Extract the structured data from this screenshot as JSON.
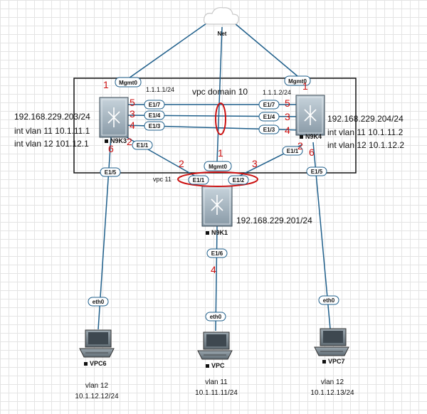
{
  "cloud": {
    "label": "Net"
  },
  "devices": {
    "n9k3": {
      "name": "N9K3",
      "ip": "192.168.229.203/24",
      "vlan11": "int vlan 11 10.1.11.1",
      "vlan12": "int vlan 12 101.12.1",
      "mgmt_ip": "1.1.1.1/24"
    },
    "n9k4": {
      "name": "N9K4",
      "ip": "192.168.229.204/24",
      "vlan11": "int vlan 11 10.1.11.2",
      "vlan12": "int vlan 12 10.1.12.2",
      "mgmt_ip": "1.1.1.2/24"
    },
    "n9k1": {
      "name": "N9K1",
      "ip": "192.168.229.201/24"
    }
  },
  "vpc_domain": "vpc domain 10",
  "vpc_label": "vpc 11",
  "ports": {
    "mgmt0": "Mgmt0",
    "e17": "E1/7",
    "e14": "E1/4",
    "e13": "E1/3",
    "e11": "E1/1",
    "e12": "E1/2",
    "e15": "E1/5",
    "e16": "E1/6",
    "eth0": "eth0"
  },
  "markers": [
    "1",
    "2",
    "3",
    "4",
    "5",
    "6"
  ],
  "pcs": {
    "vpc6": {
      "name": "VPC6",
      "vlan": "vlan 12",
      "ip": "10.1.12.12/24"
    },
    "vpc": {
      "name": "VPC",
      "vlan": "vlan 11",
      "ip": "10.1.11.11/24"
    },
    "vpc7": {
      "name": "VPC7",
      "vlan": "vlan 12",
      "ip": "10.1.12.13/24"
    }
  }
}
